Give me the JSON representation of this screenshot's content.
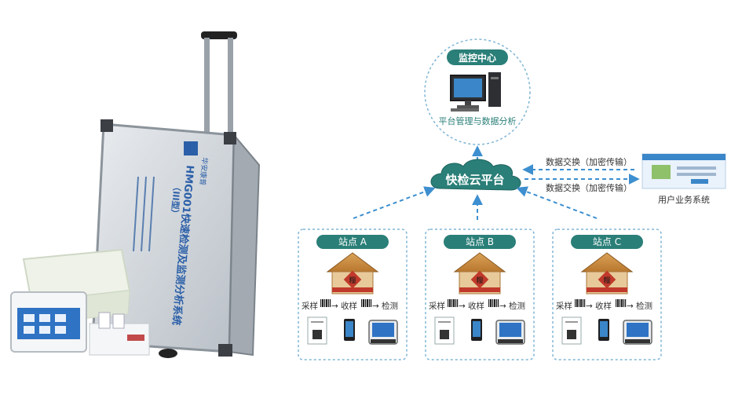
{
  "product": {
    "suitcase_title": "HMG001快速检测及监测分析系统",
    "suitcase_model": "（III型）",
    "brand": "华安康普"
  },
  "monitor_center": {
    "label": "监控中心",
    "caption": "平台管理与数据分析"
  },
  "cloud": {
    "label": "快检云平台"
  },
  "exchange": {
    "top": "数据交换（加密传输）",
    "bottom": "数据交换（加密传输）"
  },
  "user_system": {
    "label": "用户业务系统"
  },
  "stations": [
    {
      "label": "站点 A",
      "sample": "采样",
      "receive": "收样",
      "detect": "检测",
      "badge": "糧"
    },
    {
      "label": "站点 B",
      "sample": "采样",
      "receive": "收样",
      "detect": "检测",
      "badge": "糧"
    },
    {
      "label": "站点 C",
      "sample": "采样",
      "receive": "收样",
      "detect": "检测",
      "badge": "糧"
    }
  ],
  "colors": {
    "teal": "#2a7f78",
    "teal_dark": "#1f6660",
    "arrow_blue": "#3d8fcf",
    "box_border": "#7fb5d5",
    "text": "#333333"
  }
}
